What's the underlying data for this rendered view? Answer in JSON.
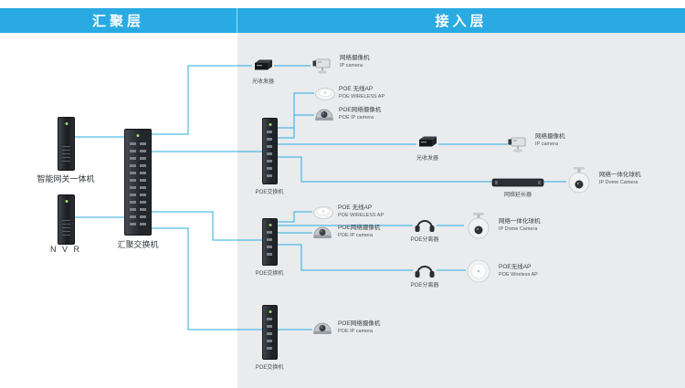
{
  "header": {
    "aggregation_title": "汇聚层",
    "access_title": "接入层"
  },
  "colors": {
    "header_blue": "#29aae2",
    "line_blue": "#29abe2",
    "access_panel_gray": "#e9ebed"
  },
  "core": {
    "gateway_label": "智能网关一体机",
    "nvr_label": "N V R",
    "agg_switch_label": "汇聚交换机"
  },
  "nodes": {
    "transceiver_top": {
      "caption": "光收发器"
    },
    "cam_top": {
      "cn": "网络摄像机",
      "en": "IP camera"
    },
    "poe_switch_1": {
      "caption": "POE交换机"
    },
    "ap_1": {
      "cn": "POE 无线AP",
      "en": "POE WIRELESS AP"
    },
    "poe_cam_1": {
      "cn": "POE网络摄像机",
      "en": "POE IP camera"
    },
    "transceiver_mid": {
      "caption": "光收发器"
    },
    "cam_mid": {
      "cn": "网络摄像机",
      "en": "IP camera"
    },
    "extender": {
      "caption": "网络延长器"
    },
    "dome_1": {
      "cn": "网络一体化球机",
      "en": "IP Dome Camera"
    },
    "poe_switch_2": {
      "caption": "POE交换机"
    },
    "ap_2": {
      "cn": "POE 无线AP",
      "en": "POE WIRELESS AP"
    },
    "poe_cam_2": {
      "cn": "POE网络摄像机",
      "en": "POE IP camera"
    },
    "splitter_1": {
      "caption": "POE分离器"
    },
    "dome_2": {
      "cn": "网络一体化球机",
      "en": "IP Dome Camera"
    },
    "splitter_2": {
      "caption": "POE分离器"
    },
    "ap_3": {
      "cn": "POE无线AP",
      "en": "POE Wireless AP"
    },
    "poe_switch_3": {
      "caption": "POE交换机"
    },
    "poe_cam_3": {
      "cn": "POE网络摄像机",
      "en": "POE IP camera"
    }
  }
}
